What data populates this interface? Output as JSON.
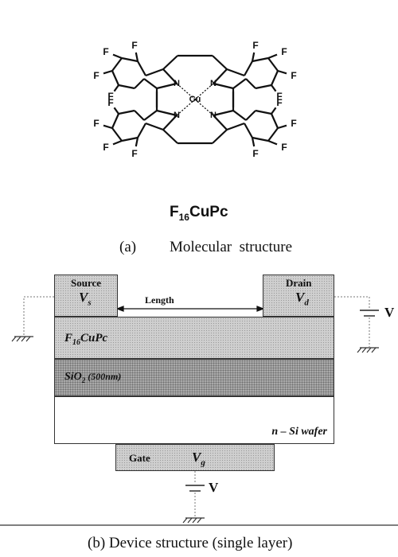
{
  "molecule": {
    "atoms": {
      "fluorine": "F",
      "nitrogen": "N",
      "copper": "Cu"
    },
    "name_main": "F",
    "name_sub": "16",
    "name_rest": "CuPc"
  },
  "caption_a": {
    "letter": "(a)",
    "text": "Molecular  structure"
  },
  "device": {
    "source": {
      "title": "Source",
      "symbol": "V",
      "symbol_sub": "s"
    },
    "drain": {
      "title": "Drain",
      "symbol": "V",
      "symbol_sub": "d"
    },
    "length_label": "Length",
    "layer_semiconductor": {
      "main": "F",
      "sub": "16",
      "rest": "CuPc"
    },
    "layer_oxide": {
      "main": "SiO",
      "sub": "2",
      "rest": " (500nm)"
    },
    "layer_substrate": "n – Si wafer",
    "gate": {
      "title": "Gate",
      "symbol": "V",
      "symbol_sub": "g"
    },
    "voltage_right": "V",
    "voltage_bottom": "V"
  },
  "caption_b": "(b) Device structure (single layer)"
}
